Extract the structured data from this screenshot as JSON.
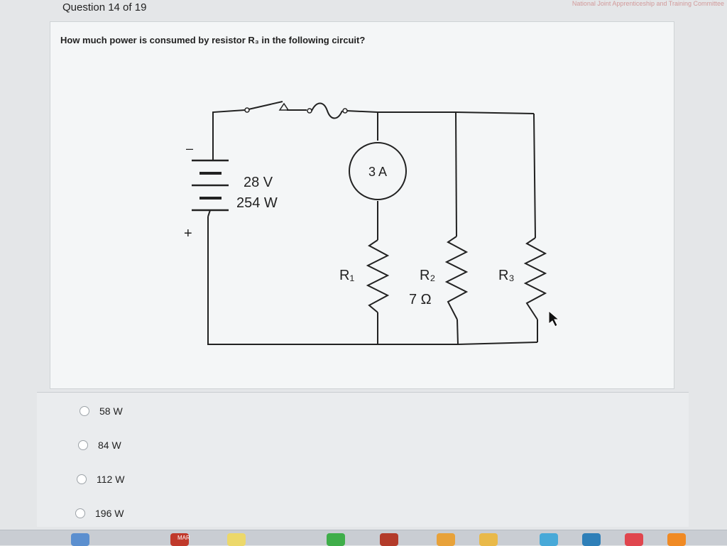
{
  "header": {
    "question_counter": "Question 14 of 19",
    "branding": "National Joint Apprenticeship and Training Committee"
  },
  "question": {
    "prompt": "How much power is consumed by resistor R₃ in the following circuit?"
  },
  "circuit": {
    "source_voltage": "28 V",
    "source_power": "254 W",
    "battery_negative": "–",
    "battery_positive": "+",
    "ammeter_reading": "3 A",
    "r1_label": "R₁",
    "r2_label": "R₂",
    "r2_value": "7 Ω",
    "r3_label": "R₃"
  },
  "answers": [
    {
      "label": "58 W",
      "selected": false
    },
    {
      "label": "84 W",
      "selected": false
    },
    {
      "label": "112 W",
      "selected": false
    },
    {
      "label": "196 W",
      "selected": false
    }
  ],
  "dock": {
    "calendar_month": "MAR"
  }
}
